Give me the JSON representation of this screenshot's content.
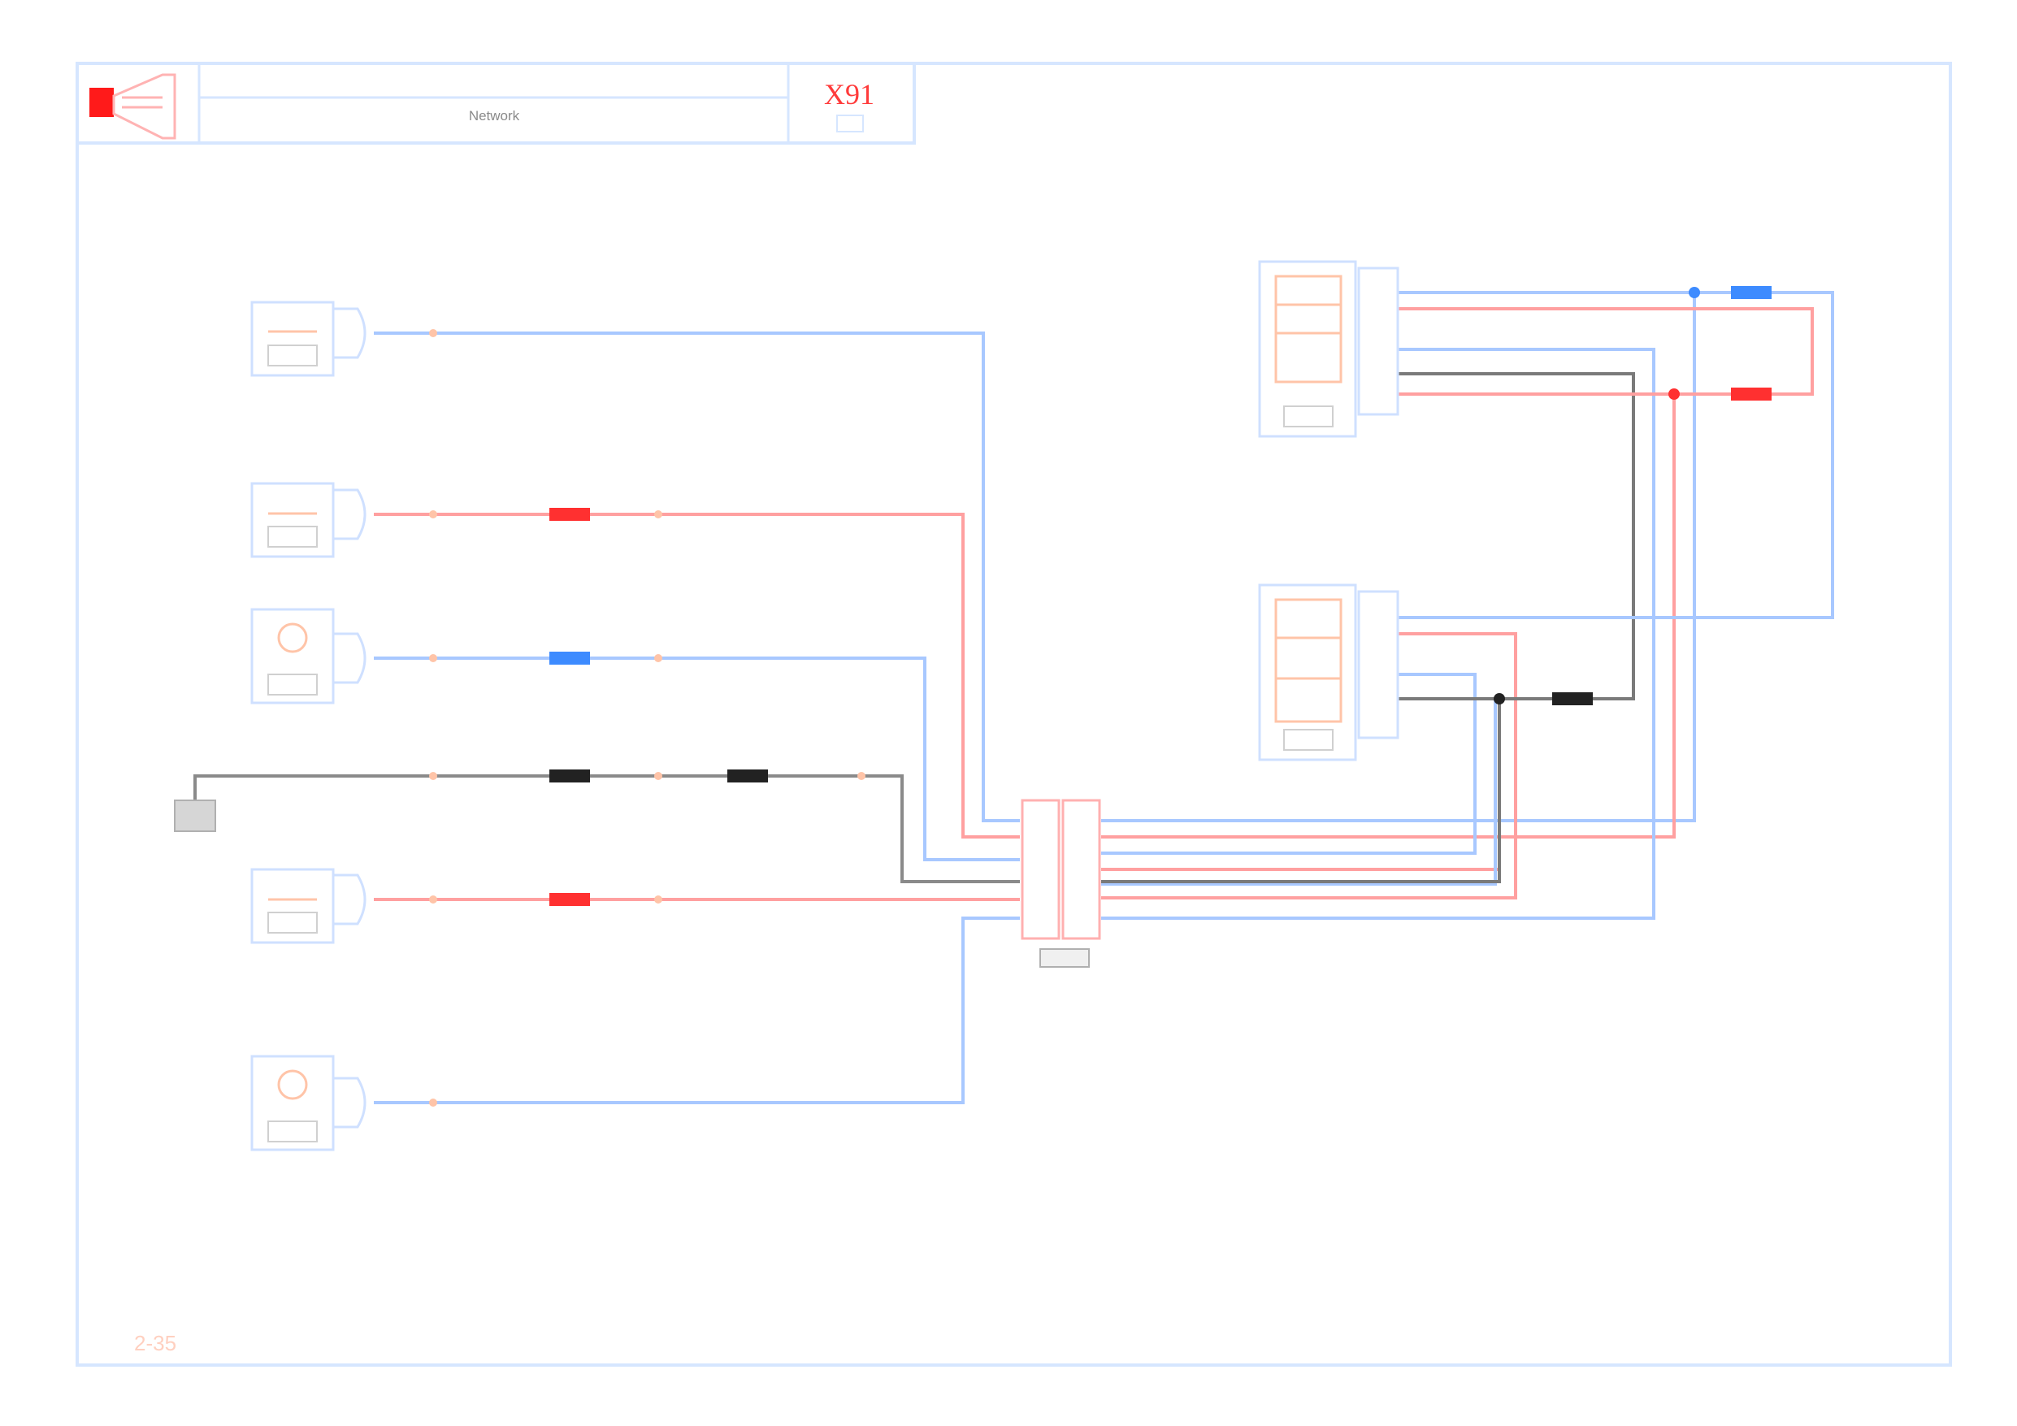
{
  "title_block": {
    "subtitle": "Network",
    "code": "X91",
    "code_sub": "",
    "page_ref": "2-35"
  },
  "colors": {
    "frame": "#cfe0ff",
    "blue_wire": "#9ec1ff",
    "red_wire": "#ff9a9a",
    "black_wire": "#7a7a7a",
    "red_connector": "#ff3030",
    "blue_connector": "#3d8bff",
    "black_connector": "#222222",
    "orange": "#ffb08a",
    "logo_red": "#ff1a1a"
  },
  "icons": [
    "logo-icon",
    "motor-icon",
    "ground-icon",
    "relay-icon"
  ]
}
